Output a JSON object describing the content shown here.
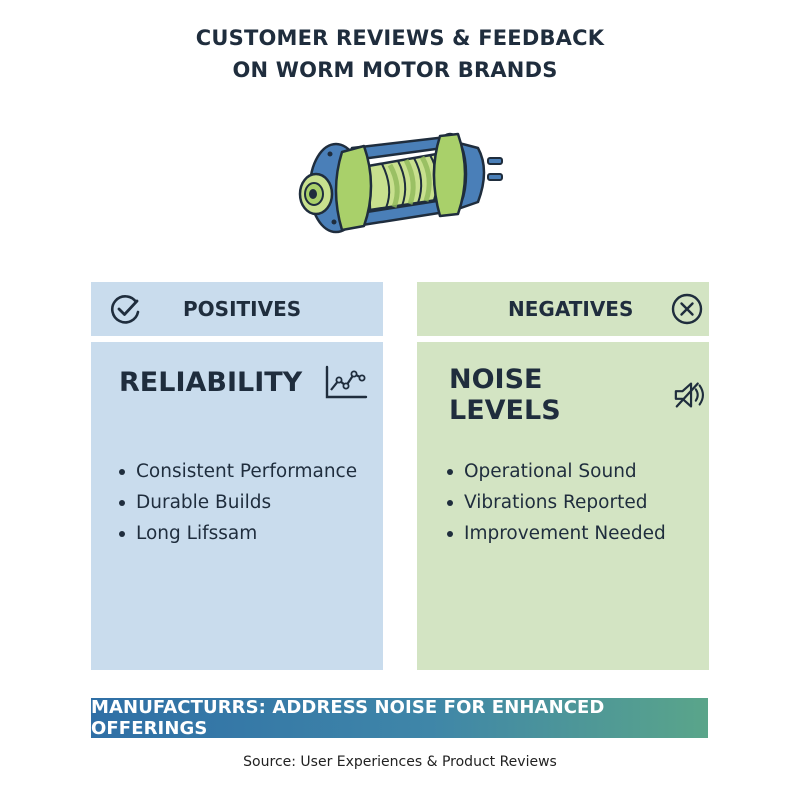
{
  "title": {
    "line1": "CUSTOMER REVIEWS & FEEDBACK",
    "line2": "ON WORM MOTOR BRANDS"
  },
  "illustration": {
    "icon": "worm-motor-icon"
  },
  "positives": {
    "header": "POSITIVES",
    "header_icon": "check-circle-icon",
    "subtitle": "RELIABILITY",
    "subtitle_icon": "line-chart-icon",
    "items": [
      "Consistent Performance",
      "Durable Builds",
      "Long Lifssam"
    ]
  },
  "negatives": {
    "header": "NEGATIVES",
    "header_icon": "x-circle-icon",
    "subtitle": "NOISE LEVELS",
    "subtitle_icon": "speaker-muted-icon",
    "items": [
      "Operational Sound",
      "Vibrations Reported",
      "Improvement Needed"
    ]
  },
  "banner": "MANUFACTURRS: ADDRESS NOISE FOR ENHANCED OFFERINGS",
  "source": "Source: User Experiences & Product Reviews",
  "colors": {
    "positives_bg": "#c9dced",
    "negatives_bg": "#d3e4c3",
    "banner_start": "#2f6fa6",
    "banner_end": "#5aa58a",
    "text": "#1f2d3d"
  }
}
